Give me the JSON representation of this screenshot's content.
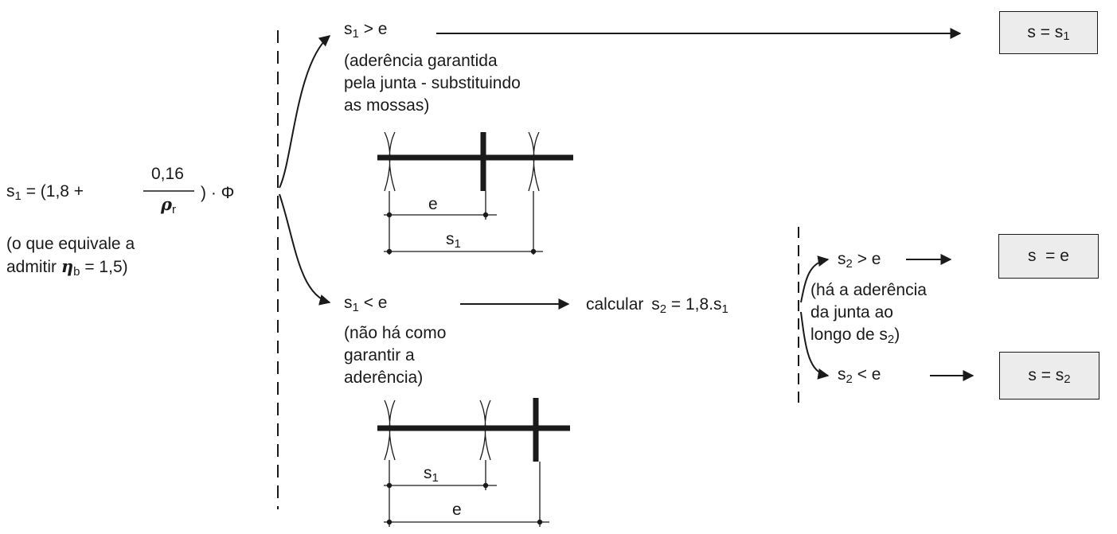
{
  "formula": {
    "lhs_s": "s",
    "lhs_sub": "1",
    "eq_open": "= (1,8 +",
    "frac_num": "0,16",
    "frac_den_rho": "ρ",
    "frac_den_sub": "r",
    "close": ") · Φ"
  },
  "note": {
    "line1": "(o que equivale a",
    "line2_pre": "admitir",
    "eta": "η",
    "eta_sub": "b",
    "line2_post": "= 1,5)"
  },
  "branch1": {
    "cond_s": "s",
    "cond_sub": "1",
    "cond_rel": "> e",
    "desc": [
      "(aderência garantida",
      "pela junta - substituindo",
      "as mossas)"
    ],
    "dim_e": "e",
    "dim_s": "s",
    "dim_s_sub": "1"
  },
  "branch2": {
    "cond_s": "s",
    "cond_sub": "1",
    "cond_rel": "< e",
    "desc": [
      "(não há como",
      "garantir a",
      "aderência)"
    ],
    "calc_label": "calcular",
    "calc_s": "s",
    "calc_sub": "2",
    "calc_eq": "= 1,8.s",
    "calc_eq_sub": "1",
    "dim_s": "s",
    "dim_s_sub": "1",
    "dim_e": "e"
  },
  "branch3": {
    "cond_a_s": "s",
    "cond_a_sub": "2",
    "cond_a_rel": "> e",
    "desc": [
      "(há a aderência",
      "da junta ao",
      "longo de s"
    ],
    "desc_sub": "2",
    "desc_close": ")",
    "cond_b_s": "s",
    "cond_b_sub": "2",
    "cond_b_rel": "< e"
  },
  "results": {
    "r1_s": "s = s",
    "r1_sub": "1",
    "r2": "s  = e",
    "r3_s": "s = s",
    "r3_sub": "2"
  }
}
